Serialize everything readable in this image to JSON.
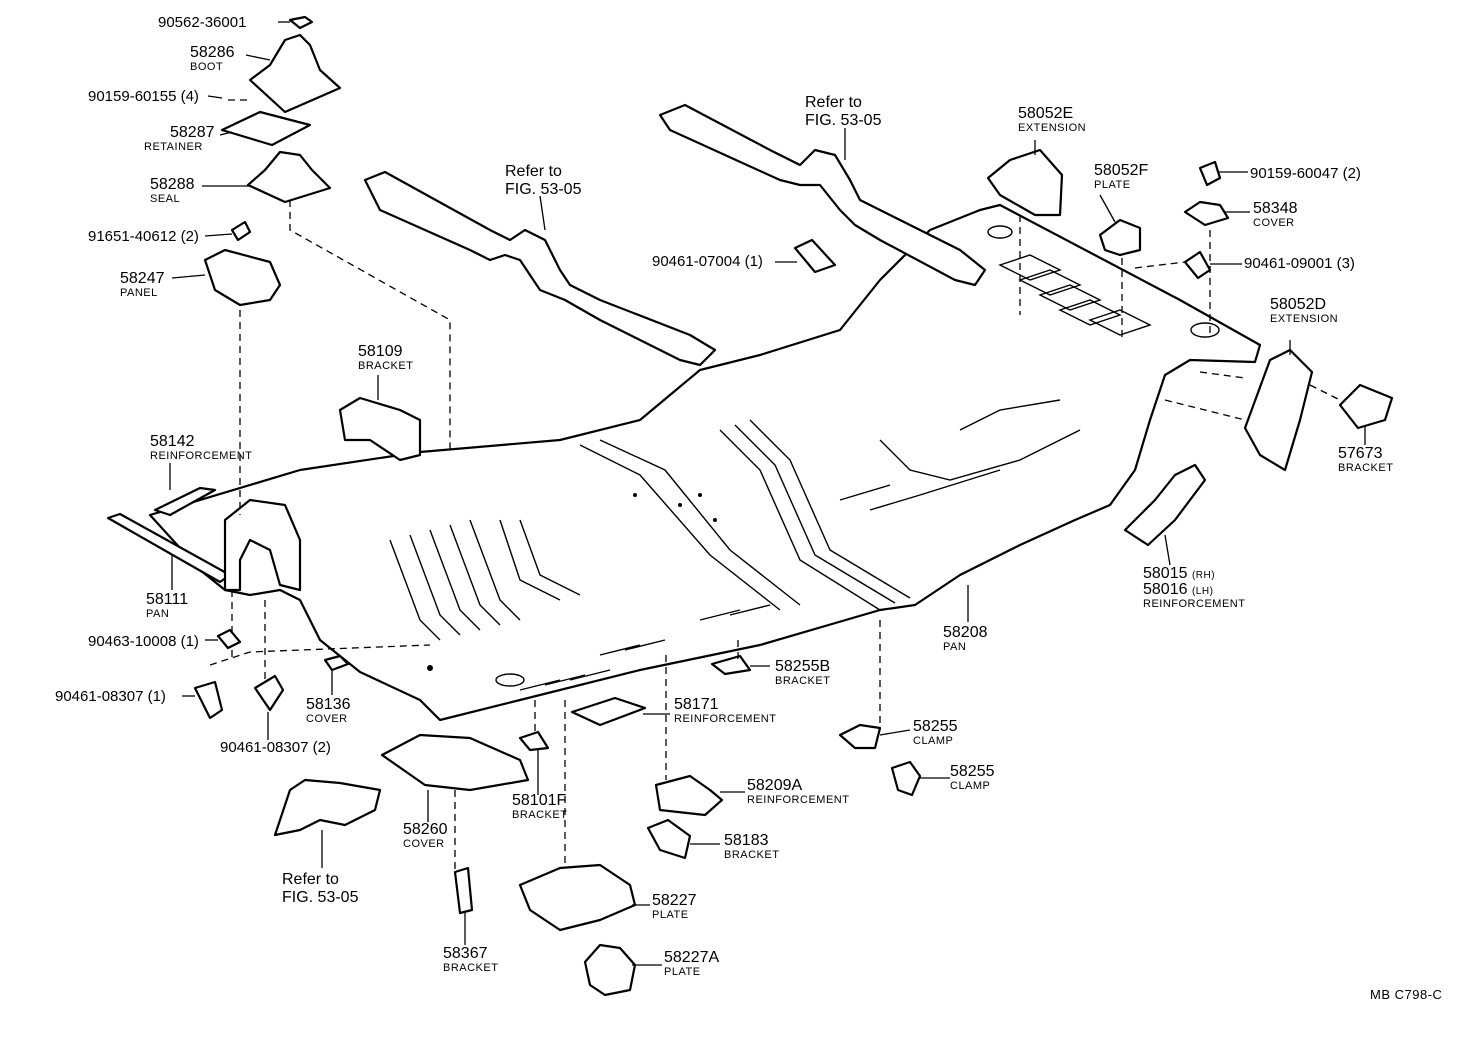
{
  "diagram_code": "MB  C798-C",
  "refs": {
    "ref_left": {
      "line1": "Refer to",
      "line2": "FIG. 53-05"
    },
    "ref_top": {
      "line1": "Refer to",
      "line2": "FIG. 53-05"
    },
    "ref_bottom": {
      "line1": "Refer to",
      "line2": "FIG. 53-05"
    }
  },
  "callouts": {
    "c90562": {
      "part": "90562-36001"
    },
    "c58286": {
      "part": "58286",
      "name": "BOOT"
    },
    "c90159a": {
      "part": "90159-60155 (4)"
    },
    "c58287": {
      "part": "58287",
      "name": "RETAINER"
    },
    "c58288": {
      "part": "58288",
      "name": "SEAL"
    },
    "c91651": {
      "part": "91651-40612 (2)"
    },
    "c58247": {
      "part": "58247",
      "name": "PANEL"
    },
    "c58109": {
      "part": "58109",
      "name": "BRACKET"
    },
    "c58142": {
      "part": "58142",
      "name": "REINFORCEMENT"
    },
    "c58111": {
      "part": "58111",
      "name": "PAN"
    },
    "c90463": {
      "part": "90463-10008 (1)"
    },
    "c90461a": {
      "part": "90461-08307 (1)"
    },
    "c90461b": {
      "part": "90461-08307 (2)"
    },
    "c58136": {
      "part": "58136",
      "name": "COVER"
    },
    "c58260": {
      "part": "58260",
      "name": "COVER"
    },
    "c58101F": {
      "part": "58101F",
      "name": "BRACKET"
    },
    "c58367": {
      "part": "58367",
      "name": "BRACKET"
    },
    "c58171": {
      "part": "58171",
      "name": "REINFORCEMENT"
    },
    "c58255B": {
      "part": "58255B",
      "name": "BRACKET"
    },
    "c58209A": {
      "part": "58209A",
      "name": "REINFORCEMENT"
    },
    "c58183": {
      "part": "58183",
      "name": "BRACKET"
    },
    "c58227": {
      "part": "58227",
      "name": "PLATE"
    },
    "c58227A": {
      "part": "58227A",
      "name": "PLATE"
    },
    "c58255a": {
      "part": "58255",
      "name": "CLAMP"
    },
    "c58255b": {
      "part": "58255",
      "name": "CLAMP"
    },
    "c58208": {
      "part": "58208",
      "name": "PAN"
    },
    "c58015": {
      "part": "58015",
      "suffix": "(RH)"
    },
    "c58016": {
      "part": "58016",
      "suffix": "(LH)",
      "name": "REINFORCEMENT"
    },
    "c57673": {
      "part": "57673",
      "name": "BRACKET"
    },
    "c58052D": {
      "part": "58052D",
      "name": "EXTENSION"
    },
    "c58052E": {
      "part": "58052E",
      "name": "EXTENSION"
    },
    "c58052F": {
      "part": "58052F",
      "name": "PLATE"
    },
    "c58348": {
      "part": "58348",
      "name": "COVER"
    },
    "c90159b": {
      "part": "90159-60047 (2)"
    },
    "c90461c": {
      "part": "90461-09001 (3)"
    },
    "c90461d": {
      "part": "90461-07004 (1)"
    }
  }
}
